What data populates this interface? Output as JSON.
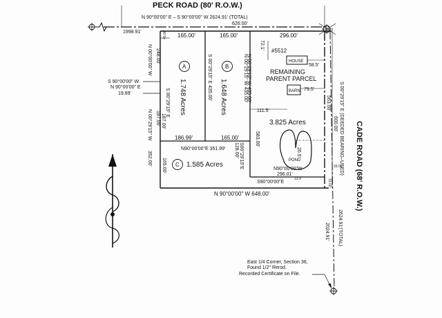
{
  "roads": {
    "peck": "PECK ROAD (80' R.O.W.)",
    "cade": "CADE ROAD (68' R.O.W.)"
  },
  "top": {
    "bearing": "N 90°00'00\" E  –  S 90°00'00\" W  2624.91' (TOTAL)",
    "d626": "626.00'",
    "d1998": "1998.91'",
    "d40": "40.00'",
    "d165a": "165.00'",
    "d165b": "165.00'",
    "d296": "296.00'"
  },
  "left": {
    "d248": "248.00'",
    "brg1": "N 00°00'00\" W",
    "brg2": "N 00°29'15\" W",
    "d187": "187.00'",
    "d352": "352.00'",
    "tie1": "S 90°00'00\" W",
    "tie2": "N 90°00'00\" E",
    "tie3": "19.89'"
  },
  "parcelA": {
    "label": "A",
    "area": "1.748 Acres",
    "brg": "S 00°29'15\" E",
    "d187": "187.00'",
    "d186": "186.99'"
  },
  "parcelB": {
    "label": "B",
    "area": "1.648 Acres",
    "brg1": "S 00°29'15\" E  435.00'",
    "brg2": "N 00°29'15\" W  435.00'",
    "d165": "165.00'"
  },
  "parcelC": {
    "label": "C",
    "area": "1.585 Acres",
    "bearing": "N90°00'00\"E   351.99'",
    "d165": "165.00'",
    "d128": "128.00'",
    "brg": "S00°29'15\"E"
  },
  "remaining": {
    "title1": "REMAINING",
    "title2": "PARENT PARCEL",
    "area": "3.825 Acres",
    "house": "HOUSE",
    "addr": "#5512",
    "barn": "BARN",
    "d72": "72.1'",
    "d58": "58.5'",
    "d79": "79.5'",
    "d111": "111.5'",
    "d26": "26.5'",
    "d583": "583.00'",
    "pond": "POND",
    "pondBrg": "N90°00'00\"W",
    "pondDist": "296.01'",
    "s90": "S90°00'00\"E",
    "d13": "13.9'",
    "brg435": "N 00°29'15\" W  435.00'"
  },
  "right": {
    "brg": "S 00°29'15\" E (DEEDED BEARING–USED)",
    "d563": "563.00'",
    "d600": "600.00'",
    "total": "2624.91'(TOTAL)",
    "d2024": "2024.91'",
    "d33a": "33.00'",
    "d33b": "33.00'"
  },
  "bottom": {
    "bearing": "N 90°00'00\" W   648.00'",
    "note1": "East 1/4 Corner, Section 36,",
    "note2": "Found 1/2\" Rerod.",
    "note3": "Recorded Certificate on File."
  }
}
